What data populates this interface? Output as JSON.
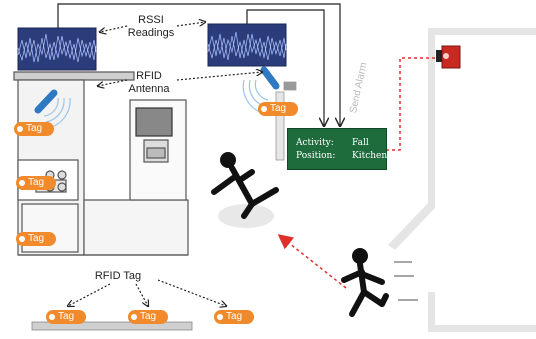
{
  "labels": {
    "rssi": "RSSI\nReadings",
    "rfid_antenna": "RFID\nAntenna",
    "rfid_tag": "RFID Tag",
    "send_alarm": "Send Alarm"
  },
  "tag_label": "Tag",
  "activity": {
    "activity_key": "Activity:",
    "activity_val": "Fall",
    "position_key": "Position:",
    "position_val": "Kitchen"
  },
  "colors": {
    "tag": "#f08a2a",
    "box": "#1e6b3c",
    "alarm_line": "#e0302a",
    "antenna": "#2f78c2",
    "signal_panel": "#5a78c0"
  }
}
